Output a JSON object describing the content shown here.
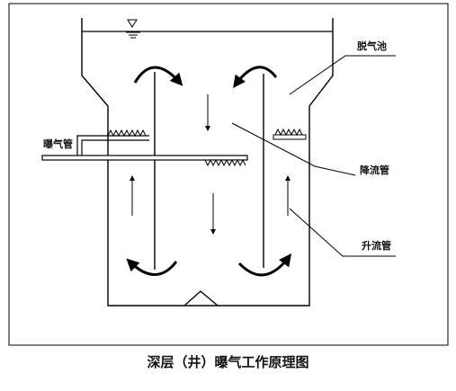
{
  "labels": {
    "degas_tank": "脱气池",
    "aeration_pipe": "曝气管",
    "downcomer": "降流管",
    "riser": "升流管"
  },
  "caption": "深层（井）曝气工作原理图",
  "colors": {
    "line": "#000000",
    "background": "#ffffff"
  }
}
